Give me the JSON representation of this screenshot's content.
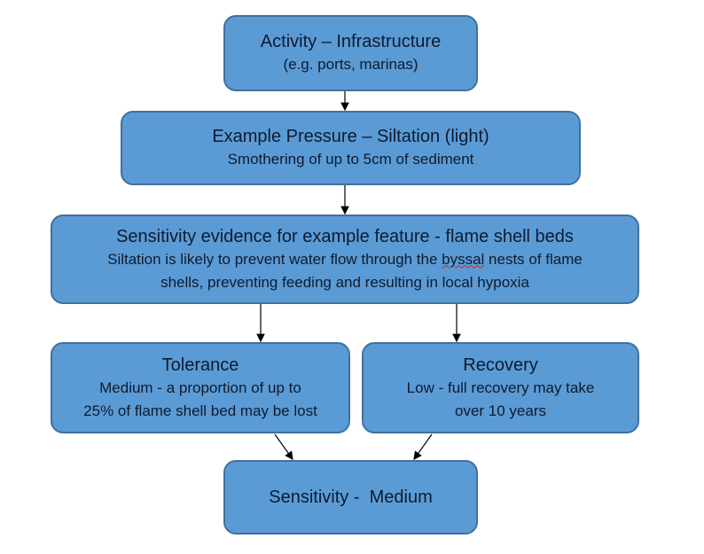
{
  "activity": {
    "title": "Activity – Infrastructure",
    "subtitle": "(e.g. ports, marinas)"
  },
  "pressure": {
    "title": "Example Pressure – Siltation (light)",
    "subtitle": "Smothering of up to 5cm of sediment"
  },
  "evidence": {
    "title": "Sensitivity evidence for example feature - flame shell beds",
    "line1_pre": "Siltation is likely to prevent water flow through the ",
    "line1_flagged": "byssal",
    "line1_post": " nests of flame",
    "line2": "shells, preventing feeding and resulting in local hypoxia"
  },
  "tolerance": {
    "title": "Tolerance",
    "line1": "Medium - a proportion of up to",
    "line2": "25% of flame shell bed may be lost"
  },
  "recovery": {
    "title": "Recovery",
    "line1": "Low - full recovery may take",
    "line2": "over 10 years"
  },
  "sensitivity": {
    "title": "Sensitivity -  Medium"
  },
  "colors": {
    "box_fill": "#5b9bd5",
    "box_border": "#41719c",
    "text": "#0d1b2e"
  }
}
